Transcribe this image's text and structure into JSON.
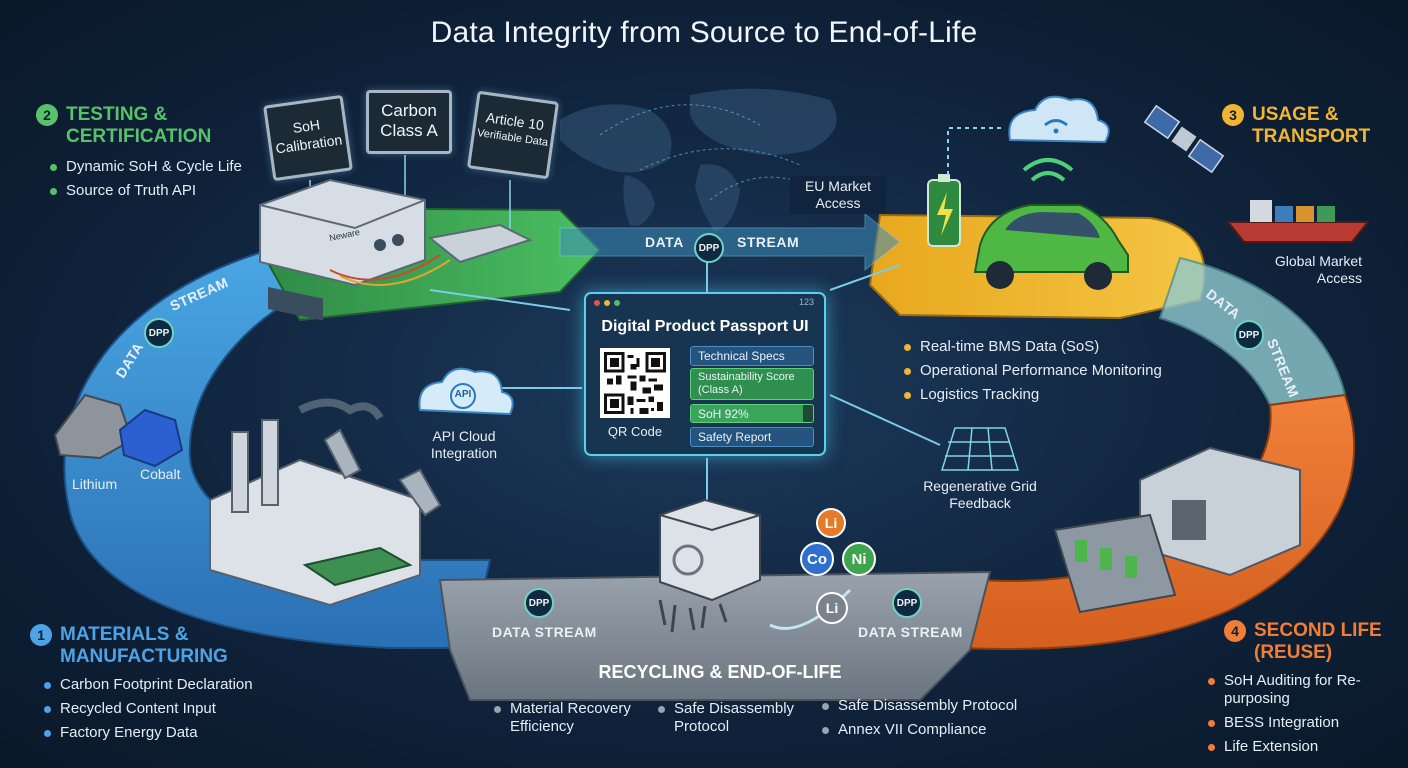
{
  "title": "Data Integrity from Source to End-of-Life",
  "stages": {
    "testing": {
      "number": "2",
      "title_line1": "TESTING &",
      "title_line2": "CERTIFICATION",
      "bullets": [
        "Dynamic SoH & Cycle Life",
        "Source of Truth API"
      ],
      "color": "#57c26a"
    },
    "usage": {
      "number": "3",
      "title_line1": "USAGE &",
      "title_line2": "TRANSPORT",
      "bullets": [
        "Real-time BMS Data (SoS)",
        "Operational Performance Monitoring",
        "Logistics Tracking"
      ],
      "color": "#f0b532"
    },
    "materials": {
      "number": "1",
      "title_line1": "MATERIALS &",
      "title_line2": "MANUFACTURING",
      "bullets": [
        "Carbon Footprint Declaration",
        "Recycled Content Input",
        "Factory Energy Data"
      ],
      "color": "#4da3e6"
    },
    "second_life": {
      "number": "4",
      "title_line1": "SECOND LIFE",
      "title_line2": "(REUSE)",
      "bullets": [
        "SoH Auditing for Re-purposing",
        "BESS Integration",
        "Life Extension"
      ],
      "color": "#f07f35"
    },
    "recycling": {
      "title": "RECYCLING & END-OF-LIFE",
      "bullets_left": [
        "Material Recovery Efficiency",
        "Safe Disassembly Protocol"
      ],
      "bullets_right": [
        "Safe Disassembly Protocol",
        "Annex VII Compliance"
      ]
    }
  },
  "monitors": {
    "soh": "SoH Calibration",
    "carbon_line1": "Carbon",
    "carbon_line2": "Class A",
    "article_line1": "Article 10",
    "article_line2": "Verifiable Data"
  },
  "device_brand": "Neware",
  "labels": {
    "eu_market": "EU Market Access",
    "global_market": "Global Market Access",
    "api_cloud": "API Cloud Integration",
    "api_badge": "API",
    "regen_grid": "Regenerative Grid Feedback",
    "lithium": "Lithium",
    "cobalt": "Cobalt"
  },
  "elements": {
    "li": "Li",
    "co": "Co",
    "ni": "Ni"
  },
  "streams": {
    "data": "DATA",
    "stream": "STREAM",
    "data_stream": "DATA STREAM",
    "dpp": "DPP"
  },
  "passport": {
    "title": "Digital Product Passport UI",
    "corner": "123",
    "qr_label": "QR Code",
    "rows": [
      "Technical Specs",
      "Sustainability Score (Class A)",
      "SoH 92%",
      "Safety Report"
    ],
    "soh_level": 0.92
  }
}
